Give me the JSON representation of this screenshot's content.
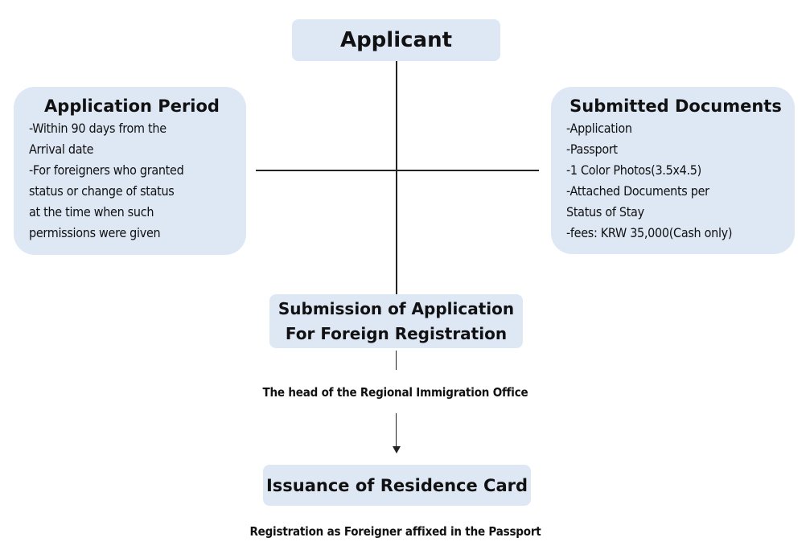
{
  "applicant": {
    "title": "Applicant"
  },
  "application_period": {
    "title": "Application Period",
    "items": [
      "-Within  90 days from the",
      " Arrival  date",
      "-For foreigners who granted",
      " status or change of status",
      " at the time when such",
      " permissions were given"
    ]
  },
  "submitted_documents": {
    "title": "Submitted Documents",
    "items": [
      "-Application",
      "-Passport",
      "-1 Color Photos(3.5x4.5)",
      "-Attached Documents per",
      "Status of Stay",
      "-fees: KRW 35,000(Cash  only)"
    ]
  },
  "submission": {
    "line1": "Submission of Application",
    "line2": "For Foreign Registration"
  },
  "office_caption": "The head of the Regional Immigration Office",
  "issuance": {
    "title": "Issuance of Residence Card"
  },
  "passport_caption": "Registration as  Foreigner affixed in the Passport",
  "colors": {
    "box_fill": "#dde8f4",
    "line": "#222222",
    "text": "#111111"
  }
}
